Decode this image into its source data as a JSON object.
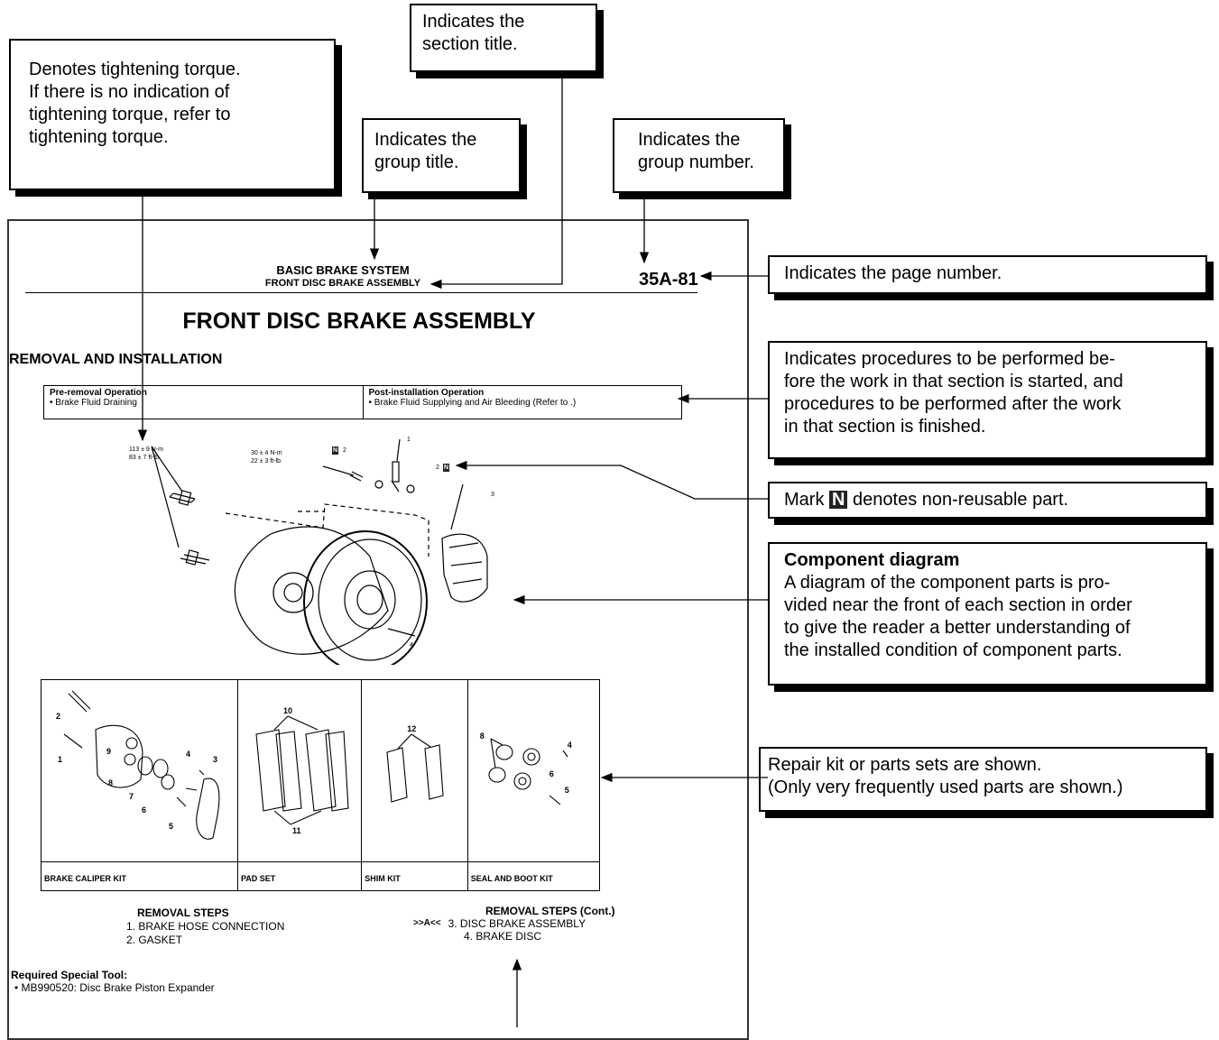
{
  "callouts": {
    "torque": {
      "text": "Denotes tightening torque.\nIf there is no indication of\ntightening torque, refer to\ntightening torque."
    },
    "section_title": {
      "text": "Indicates the\nsection title."
    },
    "group_title": {
      "text": "Indicates the\ngroup title."
    },
    "group_number": {
      "text": "Indicates the\ngroup number."
    },
    "page_number": {
      "text": "Indicates the page number."
    },
    "procedures": {
      "text": "Indicates procedures to be performed be-\nfore the work in that section is started, and\nprocedures to be performed after the work\nin that section is finished."
    },
    "mark_n": {
      "prefix": "Mark",
      "badge": "N",
      "suffix": "denotes non-reusable part."
    },
    "component": {
      "title": "Component diagram",
      "text": "A diagram of the component parts is pro-\nvided near the front of each section in order\nto give the reader a better understanding of\nthe installed condition of component parts."
    },
    "repair_kit": {
      "text": "Repair kit or parts sets are shown.\n(Only very frequently used parts are shown.)"
    }
  },
  "page": {
    "group_title": "BASIC BRAKE SYSTEM",
    "section_title": "FRONT DISC BRAKE ASSEMBLY",
    "page_number": "35A-81",
    "main_title": "FRONT DISC BRAKE ASSEMBLY",
    "subtitle": "REMOVAL AND INSTALLATION",
    "pre_removal": {
      "title": "Pre-removal Operation",
      "item": "•  Brake Fluid Draining"
    },
    "post_installation": {
      "title": "Post-installation Operation",
      "item": "•  Brake Fluid Supplying and Air Bleeding (Refer to .)"
    },
    "torques": {
      "t1a": "113 ± 9 N-m",
      "t1b": "83 ± 7 ft-lb",
      "t2a": "30 ± 4 N-m",
      "t2b": "22 ± 3 ft-lb"
    },
    "diagram_labels": {
      "l1": "1",
      "l2": "2",
      "l2b": "2",
      "l3": "3",
      "l4": "4",
      "n": "N"
    },
    "kits": [
      {
        "label": "BRAKE CALIPER KIT"
      },
      {
        "label": "PAD SET"
      },
      {
        "label": "SHIM KIT"
      },
      {
        "label": "SEAL AND BOOT KIT"
      }
    ],
    "kit_numbers": {
      "k2": "2",
      "k9": "9",
      "k1": "1",
      "k4": "4",
      "k3": "3",
      "k8": "8",
      "k7": "7",
      "k6": "6",
      "k5": "5",
      "p10": "10",
      "p11": "11",
      "s12": "12",
      "e8": "8",
      "e4": "4",
      "e6": "6",
      "e5": "5"
    },
    "removal_steps": {
      "title": "REMOVAL STEPS",
      "items": [
        "1.  BRAKE HOSE CONNECTION",
        "2.  GASKET"
      ]
    },
    "removal_steps_cont": {
      "title": "REMOVAL STEPS (Cont.)",
      "marker": ">>A<<",
      "items": [
        "3.  DISC BRAKE ASSEMBLY",
        "4.  BRAKE DISC"
      ]
    },
    "special_tool": {
      "title": "Required Special Tool:",
      "item": "•  MB990520: Disc Brake Piston Expander"
    }
  }
}
